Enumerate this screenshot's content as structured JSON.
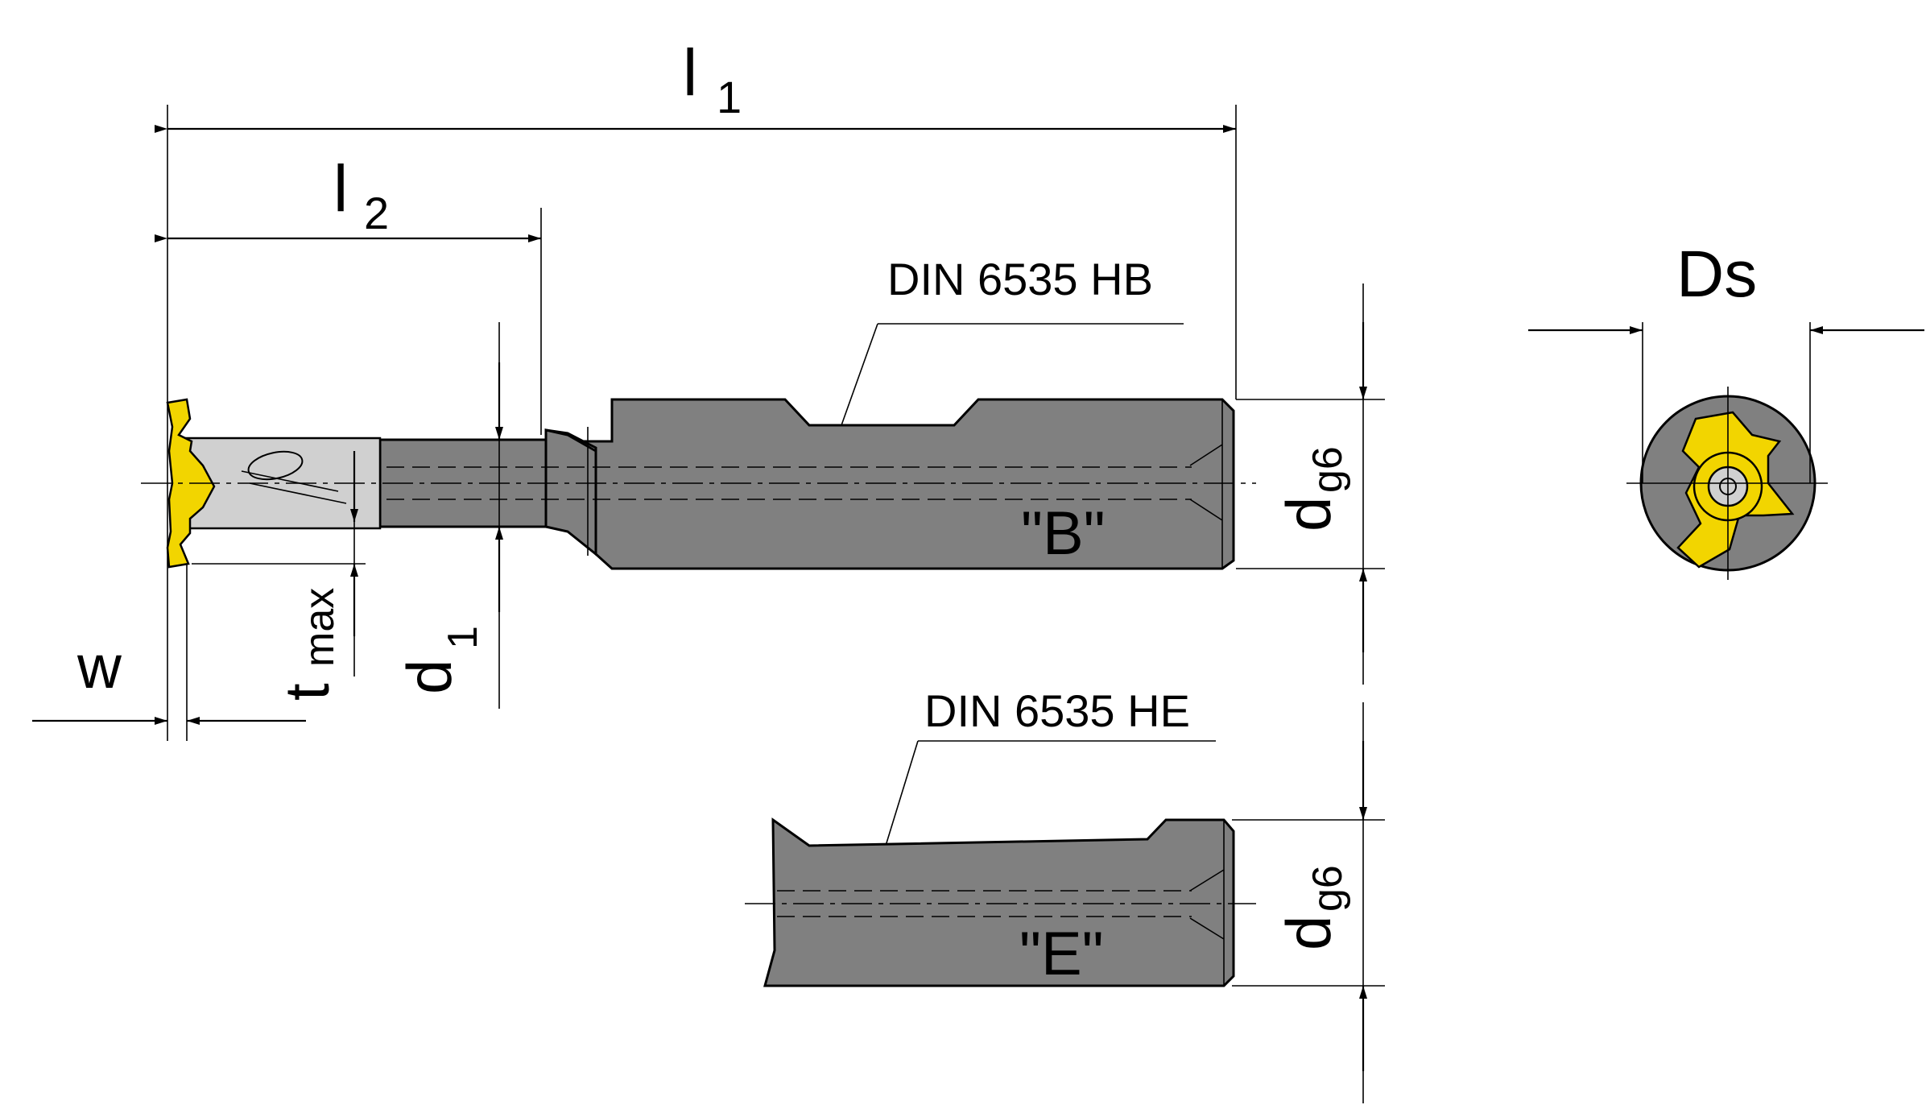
{
  "labels": {
    "l1_main": "l",
    "l1_sub": "1",
    "l2_main": "l",
    "l2_sub": "2",
    "din_hb": "DIN 6535 HB",
    "din_he": "DIN 6535 HE",
    "shank_b": "\"B\"",
    "shank_e": "\"E\"",
    "dg6_main": "d",
    "dg6_sub": "g6",
    "d1_main": "d",
    "d1_sub": "1",
    "tmax_main": "t",
    "tmax_sub": "max",
    "w": "w",
    "ds": "Ds"
  },
  "colors": {
    "insert": "#f2d500",
    "shank": "#808080",
    "neck": "#d0d0d0",
    "line": "#000000"
  }
}
